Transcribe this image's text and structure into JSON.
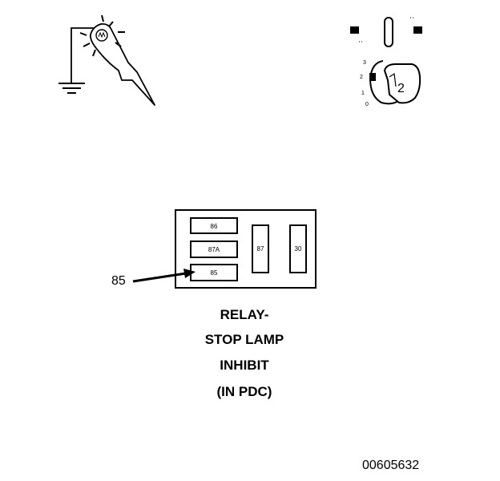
{
  "relay": {
    "terminals": [
      "86",
      "87A",
      "85",
      "87",
      "30"
    ]
  },
  "callout": {
    "label": "85"
  },
  "ignition": {
    "positions": [
      "3",
      "2",
      "1",
      "0"
    ],
    "key_label": "2"
  },
  "caption": {
    "lines": [
      "RELAY-",
      "STOP LAMP",
      "INHIBIT",
      "(IN PDC)"
    ]
  },
  "figure_number": "00605632"
}
